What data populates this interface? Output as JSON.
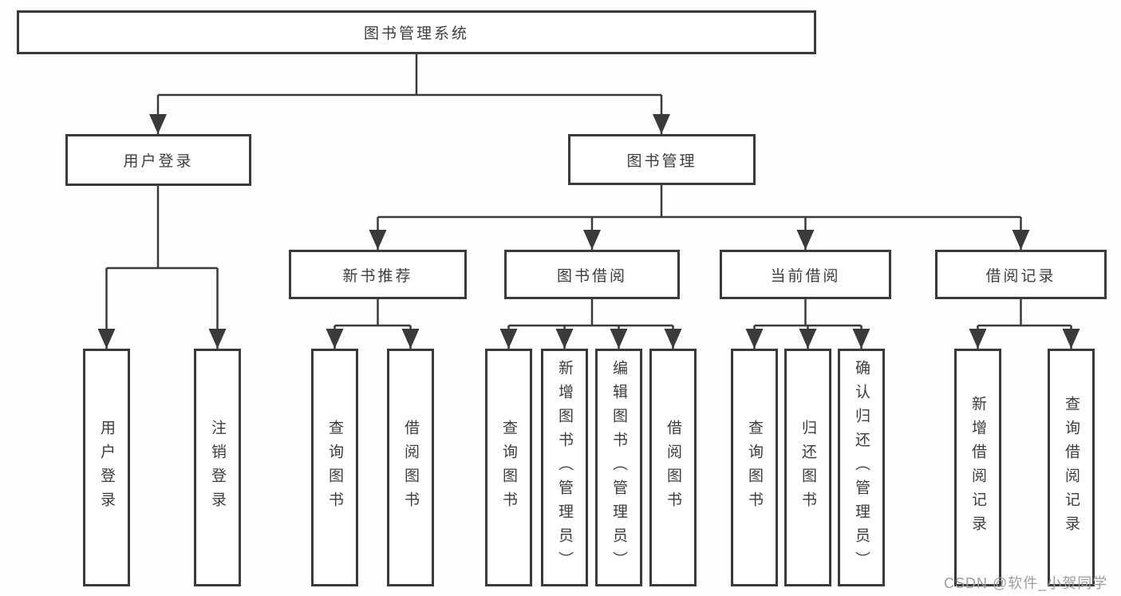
{
  "diagram": {
    "root": {
      "label": "图书管理系统"
    },
    "user_login": {
      "label": "用户登录",
      "children": [
        {
          "label": "用户登录"
        },
        {
          "label": "注销登录"
        }
      ]
    },
    "book_mgmt": {
      "label": "图书管理",
      "groups": [
        {
          "label": "新书推荐",
          "children": [
            {
              "label": "查询图书"
            },
            {
              "label": "借阅图书"
            }
          ]
        },
        {
          "label": "图书借阅",
          "children": [
            {
              "label": "查询图书"
            },
            {
              "label": "新增图书（管理员）"
            },
            {
              "label": "编辑图书（管理员）"
            },
            {
              "label": "借阅图书"
            }
          ]
        },
        {
          "label": "当前借阅",
          "children": [
            {
              "label": "查询图书"
            },
            {
              "label": "归还图书"
            },
            {
              "label": "确认归还（管理员）"
            }
          ]
        },
        {
          "label": "借阅记录",
          "children": [
            {
              "label": "新增借阅记录"
            },
            {
              "label": "查询借阅记录"
            }
          ]
        }
      ]
    },
    "style": {
      "line_color": "#3a3a3a",
      "text_color": "#3d3d3d",
      "background": "#fefefe"
    }
  },
  "watermark": {
    "text": "CSDN @软件_小贺同学",
    "color": "#9d9d9d"
  }
}
